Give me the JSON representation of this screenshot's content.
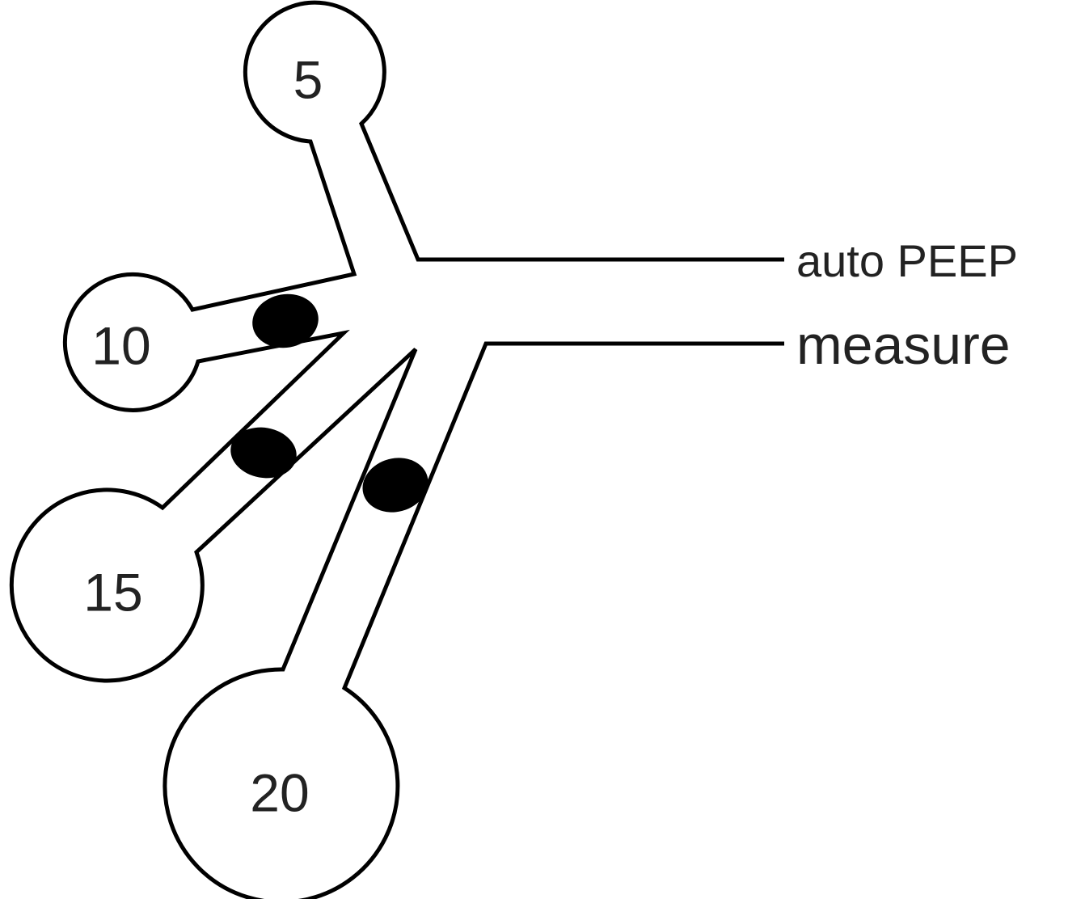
{
  "alveoli": [
    {
      "id": "5",
      "label": "5"
    },
    {
      "id": "10",
      "label": "10"
    },
    {
      "id": "15",
      "label": "15"
    },
    {
      "id": "20",
      "label": "20"
    }
  ],
  "labels": {
    "auto_peep": "auto PEEP",
    "measure": "measure"
  },
  "colors": {
    "stroke": "#000000",
    "fill": "#ffffff",
    "text": "#222222"
  }
}
